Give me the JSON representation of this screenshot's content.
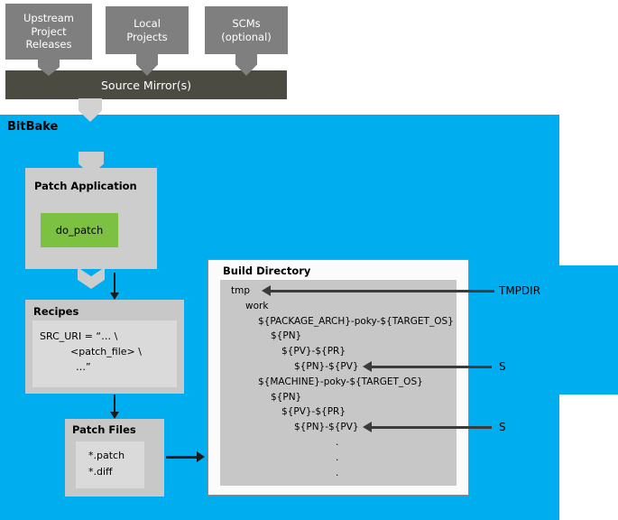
{
  "sources": {
    "boxes": [
      {
        "label": "Upstream\nProject\nReleases"
      },
      {
        "label": "Local\nProjects"
      },
      {
        "label": "SCMs\n(optional)"
      }
    ],
    "mirror": "Source Mirror(s)"
  },
  "bitbake": {
    "title": "BitBake",
    "patch_application": {
      "title": "Patch Application",
      "task": "do_patch"
    },
    "recipes": {
      "title": "Recipes",
      "code_lines": [
        "SRC_URI = “… \\",
        "<patch_file> \\",
        "…”"
      ]
    },
    "patch_files": {
      "title": "Patch Files",
      "files": [
        "*.patch",
        "*.diff"
      ]
    },
    "build_directory": {
      "title": "Build Directory",
      "tree": [
        "tmp",
        "work",
        "${PACKAGE_ARCH}-poky-${TARGET_OS}",
        "${PN}",
        "${PV}-${PR}",
        "${PN}-${PV}",
        "${MACHINE}-poky-${TARGET_OS}",
        "${PN}",
        "${PV}-${PR}",
        "${PN}-${PV}",
        ".",
        ".",
        "."
      ]
    },
    "annotations": {
      "tmpdir": "TMPDIR",
      "s1": "S",
      "s2": "S"
    }
  },
  "colors": {
    "bitbake_blue": "#00aeef",
    "task_green": "#7cc142",
    "source_box_gray": "#7f7f7f",
    "mirror_olive": "#4b4b41",
    "panel_gray": "#cdcdcd"
  }
}
